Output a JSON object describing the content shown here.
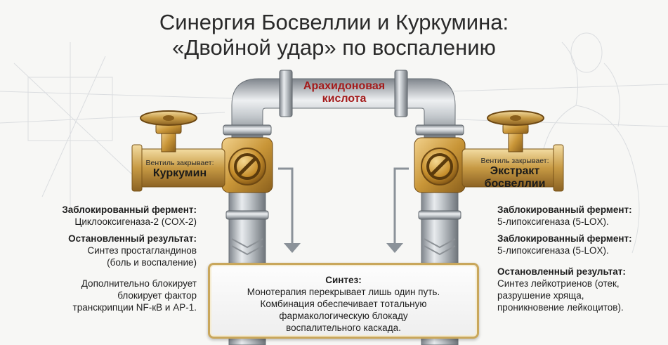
{
  "title": {
    "line1": "Синергия Босвеллии и Куркумина:",
    "line2": "«Двойной удар» по воспалению"
  },
  "pipe_label": {
    "line1": "Арахидоновая",
    "line2": "кислота"
  },
  "left_valve": {
    "caption": "Вентиль закрывает:",
    "name": "Куркумин"
  },
  "right_valve": {
    "caption": "Вентиль закрывает:",
    "name_line1": "Экстракт",
    "name_line2": "босвеллии"
  },
  "left_info": {
    "enzyme_heading": "Заблокированный фермент:",
    "enzyme_value": "Циклооксигеназа-2 (COX-2)",
    "result_heading": "Остановленный результат:",
    "result_line1": "Синтез простагландинов",
    "result_line2": "(боль и воспаление)",
    "extra_line1": "Дополнительно блокирует",
    "extra_line2": "блокирует фактор",
    "extra_line3": "транскрипции NF-кB и AP-1."
  },
  "right_info": {
    "enzyme_heading_1": "Заблокированный фермент:",
    "enzyme_value_1": "5-липоксигеназа (5-LOX).",
    "enzyme_heading_2": "Заблокированный фермент:",
    "enzyme_value_2": "5-липоксигеназа (5-LOX).",
    "result_heading": "Остановленный результат:",
    "result_line1": "Синтез лейкотриенов (отек,",
    "result_line2": "разрушение хряща,",
    "result_line3": "проникновение лейкоцитов)."
  },
  "synthesis": {
    "heading": "Синтез:",
    "line1": "Монотерапия перекрывает лишь один путь.",
    "line2": "Комбинация обеспечивает тотальную",
    "line3": "фармакологическую блокаду",
    "line4": "воспалительного каскада."
  },
  "colors": {
    "pipe_steel": "#b9bec4",
    "brass": "#c99638",
    "pipe_label_red": "#a41b1b",
    "box_border": "#c9a75c"
  }
}
